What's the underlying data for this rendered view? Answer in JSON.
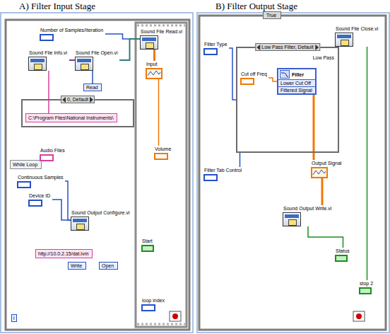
{
  "diagram": {
    "nodes": [
      {
        "text": [
          "A) Filter Input Stage"
        ]
      },
      {
        "text": [
          "Number of Samples/Iteration"
        ],
        "in": 0
      },
      {
        "text": [
          "Sound File Info.vi"
        ],
        "in": 0
      },
      {
        "text": [
          "Sound File Open.vi"
        ],
        "in": 0
      },
      {
        "text": [
          "Read"
        ],
        "in": 0
      },
      {
        "text": [
          "0, Default"
        ],
        "in": 0
      },
      {
        "text": [
          "C:\\Program Files\\National Instruments\\"
        ],
        "in": 5
      },
      {
        "text": [
          "While Loop"
        ],
        "in": 0
      },
      {
        "text": [
          "Audio Files"
        ],
        "in": 0
      },
      {
        "text": [
          "Continuous Samples"
        ],
        "in": 0
      },
      {
        "text": [
          "Device ID"
        ],
        "in": 0
      },
      {
        "text": [
          "Sound Output Configure.vi"
        ],
        "in": 0
      },
      {
        "text": [
          "http://10.0.2.15/dat.lvm"
        ],
        "in": 0
      },
      {
        "text": [
          "Write"
        ],
        "in": 0
      },
      {
        "text": [
          "Open"
        ],
        "in": 0
      },
      {
        "text": [
          "Sound File Read.vi"
        ],
        "in": 0
      },
      {
        "text": [
          "Input"
        ],
        "in": 0
      },
      {
        "text": [
          "Volume"
        ],
        "in": 0
      },
      {
        "text": [
          "Start"
        ],
        "in": 0
      },
      {
        "text": [
          "loop index"
        ],
        "in": 0
      },
      {
        "text": [
          "B) Filter Output Stage"
        ]
      },
      {
        "text": [
          "True"
        ],
        "in": 20
      },
      {
        "text": [
          "Filter Type"
        ],
        "in": 20
      },
      {
        "text": [
          "Low Pass Filter, Default",
          "Low Pass"
        ],
        "in": 20
      },
      {
        "text": [
          "Cut off Freq"
        ],
        "in": 23
      },
      {
        "text": [
          "Filter",
          "Lower Cut Off",
          "Filtered Signal"
        ],
        "in": 23
      },
      {
        "text": [
          "Output Signal"
        ],
        "in": 20
      },
      {
        "text": [
          "Filter Tab Control"
        ],
        "in": 20
      },
      {
        "text": [
          "Sound Output Write.vi"
        ],
        "in": 20
      },
      {
        "text": [
          "Sound File Close.vi"
        ],
        "in": 20
      },
      {
        "text": [
          "Status"
        ],
        "in": 20
      },
      {
        "text": [
          "stop 2"
        ],
        "in": 20
      }
    ],
    "edges": [
      {
        "from": 6,
        "to": 2,
        "arrow": "none"
      },
      {
        "from": 2,
        "to": 3,
        "arrow": "none"
      },
      {
        "from": 4,
        "to": 3,
        "arrow": "none"
      },
      {
        "from": 1,
        "to": 15,
        "arrow": "none"
      },
      {
        "from": 3,
        "to": 15,
        "arrow": "none"
      },
      {
        "from": 9,
        "to": 11,
        "arrow": "none"
      },
      {
        "from": 10,
        "to": 11,
        "arrow": "none"
      },
      {
        "from": 15,
        "to": 16,
        "arrow": "none"
      },
      {
        "from": 17,
        "to": 16,
        "arrow": "none"
      },
      {
        "from": 22,
        "to": 23,
        "arrow": "none"
      },
      {
        "from": 24,
        "to": 25,
        "arrow": "none"
      },
      {
        "from": 25,
        "to": 26,
        "arrow": "none"
      },
      {
        "from": 27,
        "to": 23,
        "arrow": "none"
      },
      {
        "from": 26,
        "to": 28,
        "arrow": "none"
      },
      {
        "from": 28,
        "to": 30,
        "arrow": "none"
      },
      {
        "from": 29,
        "to": 31,
        "arrow": "none"
      }
    ],
    "labels": [
      "i"
    ]
  }
}
